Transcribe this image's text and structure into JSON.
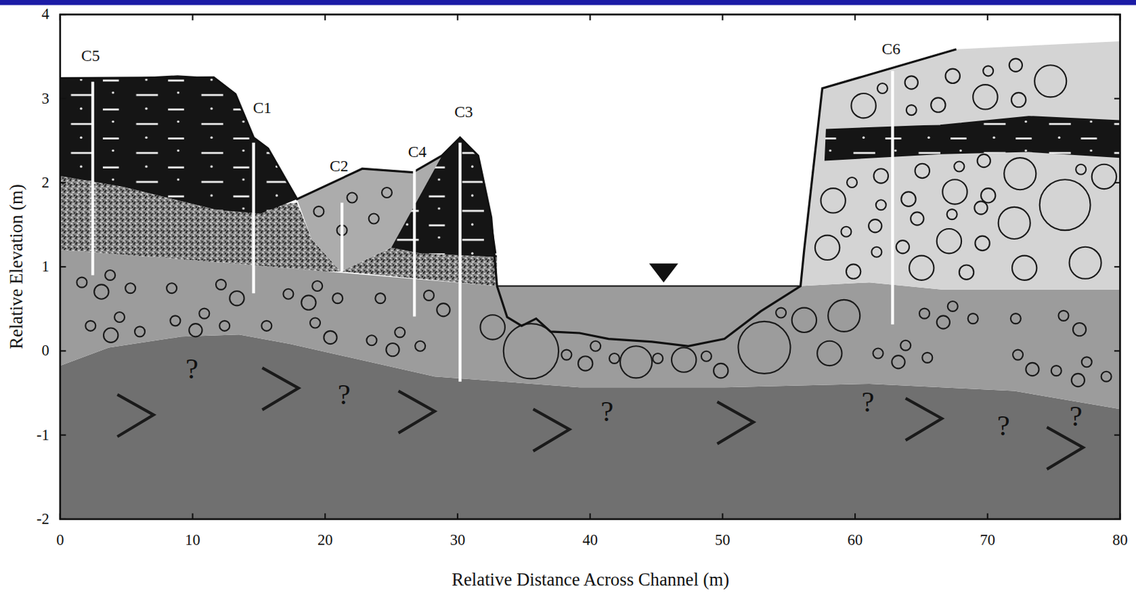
{
  "diagram": {
    "labels": [
      "Relative Elevation (m)",
      "4",
      "3",
      "2",
      "1",
      "0",
      "-1",
      "-2",
      "Relative Distance Across Channel (m)",
      "0",
      "10",
      "20",
      "30",
      "40",
      "50",
      "60",
      "70",
      "80",
      "C5",
      "C1",
      "C2",
      "C4",
      "C3",
      "C6",
      "?",
      "?",
      "?",
      "?",
      "?",
      "?"
    ]
  }
}
